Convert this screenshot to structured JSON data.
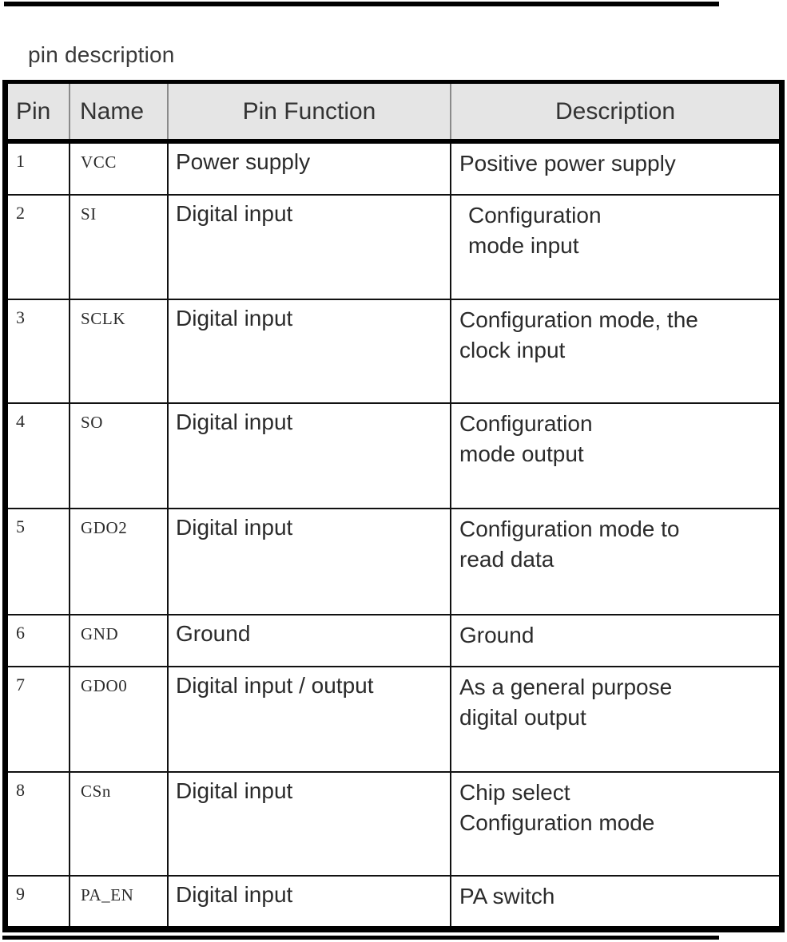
{
  "section": {
    "title": "pin description"
  },
  "table": {
    "headers": {
      "pin": "Pin",
      "name": "Name",
      "function": "Pin Function",
      "description": "Description"
    },
    "rows": [
      {
        "pin": "1",
        "name": "VCC",
        "function": "Power supply",
        "desc_lines": [
          "Positive power supply"
        ]
      },
      {
        "pin": "2",
        "name": "SI",
        "function": "Digital input",
        "desc_lines": [
          "Configuration",
          "mode input"
        ]
      },
      {
        "pin": "3",
        "name": "SCLK",
        "function": "Digital input",
        "desc_lines": [
          "Configuration mode, the",
          "clock input"
        ]
      },
      {
        "pin": "4",
        "name": "SO",
        "function": "Digital input",
        "desc_lines": [
          "Configuration",
          "mode output"
        ]
      },
      {
        "pin": "5",
        "name": "GDO2",
        "function": "Digital input",
        "desc_lines": [
          "Configuration mode to",
          "read data"
        ]
      },
      {
        "pin": "6",
        "name": "GND",
        "function": "Ground",
        "desc_lines": [
          "Ground"
        ]
      },
      {
        "pin": "7",
        "name": "GDO0",
        "function": "Digital input / output",
        "desc_lines": [
          "As a general purpose",
          "digital output"
        ]
      },
      {
        "pin": "8",
        "name": "CSn",
        "function": "Digital input",
        "desc_lines": [
          "Chip select",
          "Configuration mode"
        ]
      },
      {
        "pin": "9",
        "name": "PA_EN",
        "function": "Digital input",
        "desc_lines": [
          "PA switch"
        ]
      }
    ]
  },
  "colors": {
    "header_background": "#e5e5e5",
    "border": "#000000",
    "text": "#2b2b2b",
    "page_background": "#ffffff"
  }
}
